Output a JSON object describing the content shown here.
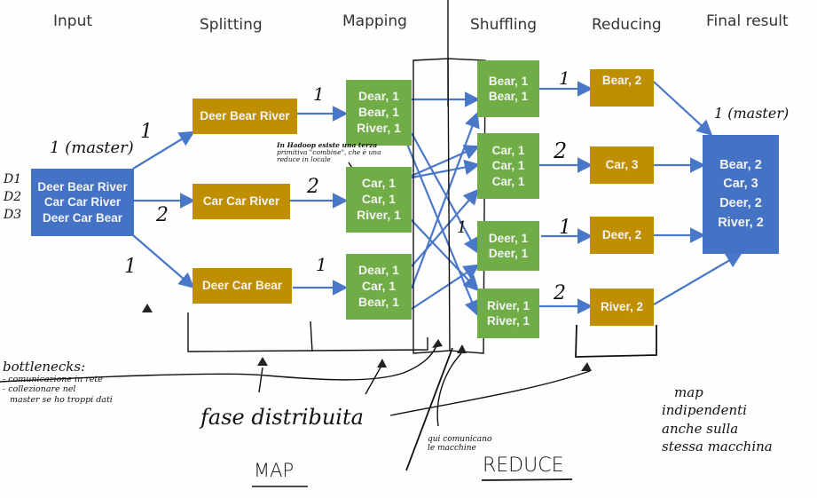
{
  "headers": {
    "input": "Input",
    "splitting": "Splitting",
    "mapping": "Mapping",
    "shuffling": "Shuffling",
    "reducing": "Reducing",
    "final_result": "Final result"
  },
  "input_box": {
    "lines": [
      "Deer Bear River",
      "Car Car River",
      "Deer Car Bear"
    ]
  },
  "splitting": [
    {
      "label": "Deer Bear River"
    },
    {
      "label": "Car Car River"
    },
    {
      "label": "Deer Car Bear"
    }
  ],
  "mapping": [
    {
      "lines": [
        "Dear, 1",
        "Bear, 1",
        "River, 1"
      ]
    },
    {
      "lines": [
        "Car, 1",
        "Car, 1",
        "River, 1"
      ]
    },
    {
      "lines": [
        "Dear, 1",
        "Car, 1",
        "Bear, 1"
      ]
    }
  ],
  "shuffling": [
    {
      "lines": [
        "Bear, 1",
        "Bear, 1"
      ]
    },
    {
      "lines": [
        "Car, 1",
        "Car, 1",
        "Car, 1"
      ]
    },
    {
      "lines": [
        "Deer, 1",
        "Deer, 1"
      ]
    },
    {
      "lines": [
        "River, 1",
        "River, 1"
      ]
    }
  ],
  "reducing": [
    {
      "label": "Bear, 2"
    },
    {
      "label": "Car, 3"
    },
    {
      "label": "Deer, 2"
    },
    {
      "label": "River, 2"
    }
  ],
  "final_box": {
    "lines": [
      "Bear, 2",
      "Car, 3",
      "Deer, 2",
      "River, 2"
    ]
  },
  "colors": {
    "input_blue": "#4472c4",
    "split_gold": "#bf8f00",
    "map_green": "#70ad47",
    "arrow_blue": "#4a78c8"
  },
  "annotations": {
    "master_left": "1 (master)",
    "master_right": "1 (master)",
    "datasets": [
      "D1",
      "D2",
      "D3"
    ],
    "split_counts": [
      "1",
      "2",
      "1"
    ],
    "map_counts": [
      "1",
      "2",
      "1"
    ],
    "shuffle_counts": [
      "1",
      "2",
      "1",
      "2"
    ],
    "shuffle_mid": "1",
    "hadoop_note": [
      "In Hadoop esiste una terza",
      "primitiva \"combine\", che è una",
      "reduce in locale"
    ],
    "bottlenecks_title": "bottlenecks:",
    "bottlenecks_items": [
      "- comunicazione in rete",
      "- collezionare nel",
      "  master se ho troppi dati"
    ],
    "fase_distribuita": "fase distribuita",
    "machines_note": [
      "qui comunicano",
      "le macchine"
    ],
    "map_label": "MAP",
    "reduce_label": "REDUCE",
    "map_independent": [
      "map",
      "indipendenti",
      "anche sulla",
      "stessa macchina"
    ]
  }
}
